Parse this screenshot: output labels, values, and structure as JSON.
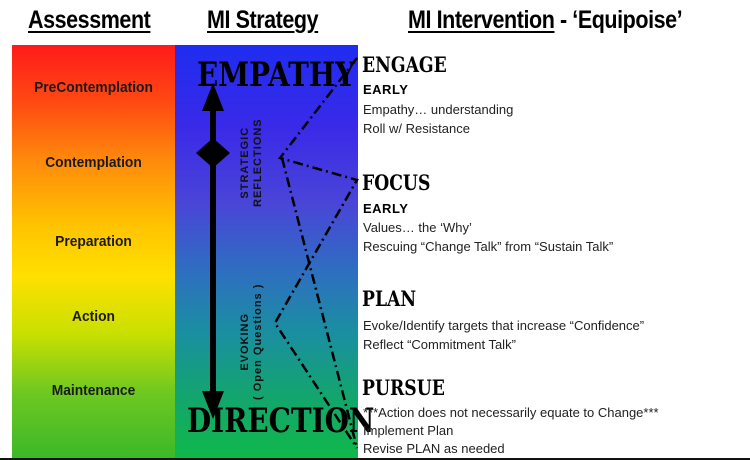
{
  "headers": {
    "assessment": "Assessment",
    "strategy": "MI Strategy",
    "intervention_main": "MI Intervention",
    "intervention_suffix": " - ‘Equipoise’"
  },
  "stages": [
    "PreContemplation",
    "Contemplation",
    "Preparation",
    "Action",
    "Maintenance"
  ],
  "strategy": {
    "top_word": "EMPATHY",
    "bottom_word": "DIRECTION",
    "reflections_line1": "STRATEGIC",
    "reflections_line2": "REFLECTIONS",
    "evoking_line1": "EVOKING",
    "evoking_line2": "( Open Questions )"
  },
  "phases": [
    {
      "title": "ENGAGE",
      "tag": "EARLY",
      "lines": [
        "Empathy… understanding",
        "Roll w/ Resistance"
      ]
    },
    {
      "title": "FOCUS",
      "tag": "EARLY",
      "lines": [
        "Values… the ‘Why’",
        "Rescuing “Change Talk” from “Sustain Talk”"
      ]
    },
    {
      "title": "PLAN",
      "tag": "",
      "lines": [
        "Evoke/Identify targets that increase “Confidence”",
        "Reflect “Commitment Talk”"
      ]
    },
    {
      "title": "PURSUE",
      "tag": "",
      "lines": [
        "***Action does not necessarily equate to Change***",
        "Implement Plan",
        "Revise PLAN as needed"
      ]
    }
  ],
  "colors": {
    "stage_top": "#ff1a1a",
    "stage_bottom": "#3cb829",
    "strategy_top": "#1f2cf0",
    "strategy_bottom": "#10b84a"
  }
}
